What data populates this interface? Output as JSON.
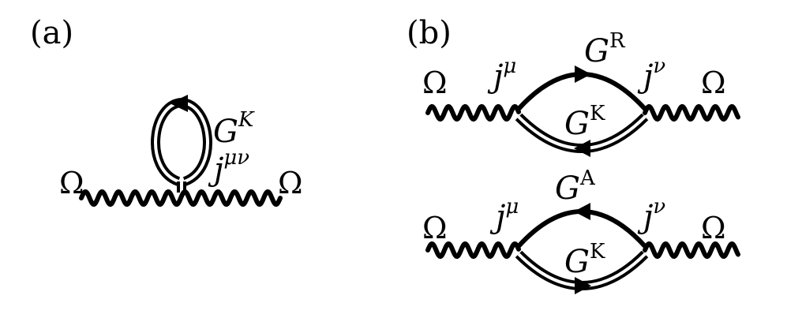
{
  "panel_a": {
    "label": "(a)",
    "omega_left": "Ω",
    "omega_right": "Ω",
    "loop_propagator": {
      "base": "G",
      "sup": "K"
    },
    "vertex": {
      "base": "j",
      "sup": "μν"
    }
  },
  "panel_b": {
    "label": "(b)",
    "top_diagram": {
      "omega_left": "Ω",
      "omega_right": "Ω",
      "vertex_left": {
        "base": "j",
        "sup": "μ"
      },
      "vertex_right": {
        "base": "j",
        "sup": "ν"
      },
      "upper_propagator": {
        "base": "G",
        "sup": "R"
      },
      "lower_propagator": {
        "base": "G",
        "sup": "K"
      }
    },
    "bottom_diagram": {
      "omega_left": "Ω",
      "omega_right": "Ω",
      "vertex_left": {
        "base": "j",
        "sup": "μ"
      },
      "vertex_right": {
        "base": "j",
        "sup": "ν"
      },
      "upper_propagator": {
        "base": "G",
        "sup": "A"
      },
      "lower_propagator": {
        "base": "G",
        "sup": "K"
      }
    }
  }
}
